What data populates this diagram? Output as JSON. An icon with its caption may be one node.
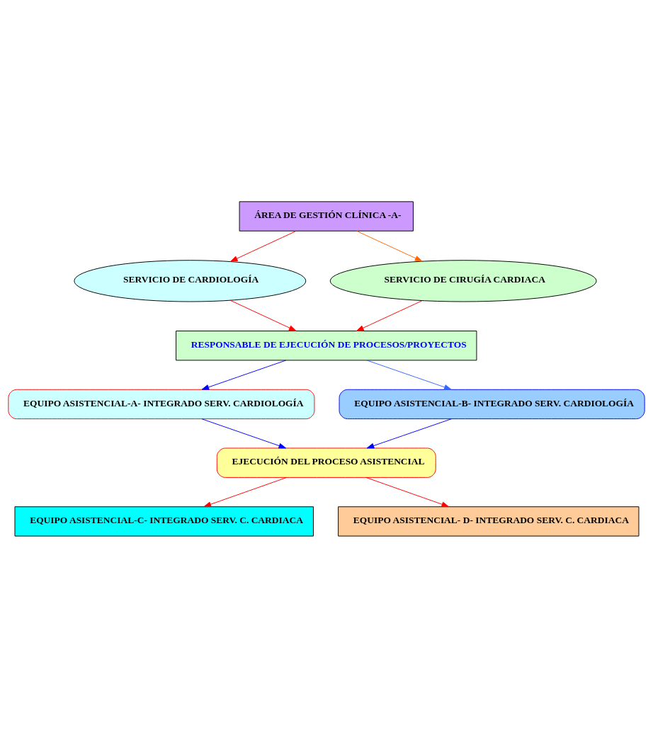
{
  "diagram": {
    "nodes": [
      {
        "text": [
          "ÁREA DE GESTIÓN CLÍNICA -A-"
        ]
      },
      {
        "text": [
          "SERVICIO DE CARDIOLOGÍA"
        ]
      },
      {
        "text": [
          "SERVICIO DE CIRUGÍA CARDIACA"
        ]
      },
      {
        "text": [
          "RESPONSABLE DE EJECUCIÓN DE PROCESOS/PROYECTOS"
        ]
      },
      {
        "text": [
          "EQUIPO ASISTENCIAL-A- INTEGRADO SERV. CARDIOLOGÍA"
        ]
      },
      {
        "text": [
          "EQUIPO ASISTENCIAL-B- INTEGRADO SERV. CARDIOLOGÍA"
        ]
      },
      {
        "text": [
          "EJECUCIÓN DEL PROCESO ASISTENCIAL"
        ]
      },
      {
        "text": [
          "EQUIPO ASISTENCIAL-C- INTEGRADO SERV. C. CARDIACA"
        ]
      },
      {
        "text": [
          "EQUIPO ASISTENCIAL- D- INTEGRADO SERV. C. CARDIACA"
        ]
      }
    ],
    "edges": [
      {
        "from": 0,
        "to": 1,
        "arrow": "to"
      },
      {
        "from": 0,
        "to": 2,
        "arrow": "to",
        "color": "#ff6600"
      },
      {
        "from": 1,
        "to": 3,
        "arrow": "to"
      },
      {
        "from": 2,
        "to": 3,
        "arrow": "to"
      },
      {
        "from": 3,
        "to": 4,
        "arrow": "to",
        "color": "#0000ff"
      },
      {
        "from": 3,
        "to": 5,
        "arrow": "to",
        "color": "#3366ff"
      },
      {
        "from": 4,
        "to": 6,
        "arrow": "to",
        "color": "#0000ff"
      },
      {
        "from": 5,
        "to": 6,
        "arrow": "to",
        "color": "#0000ff"
      },
      {
        "from": 6,
        "to": 7,
        "arrow": "to"
      },
      {
        "from": 6,
        "to": 8,
        "arrow": "to"
      }
    ]
  }
}
